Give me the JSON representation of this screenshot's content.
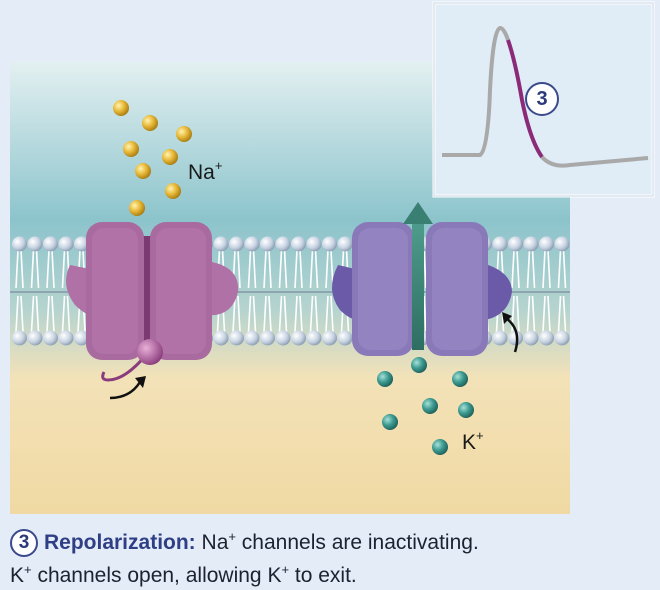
{
  "ions": {
    "na_symbol": "Na",
    "na_charge": "+",
    "k_symbol": "K",
    "k_charge": "+"
  },
  "inset": {
    "step_number": "3"
  },
  "caption": {
    "step_number": "3",
    "title": "Repolarization:",
    "line1_a": " Na",
    "line1_sup": "+",
    "line1_b": " channels are inactivating.",
    "line2_a": "K",
    "line2_sup": "+",
    "line2_b": " channels open, allowing K",
    "line2_sup2": "+",
    "line2_c": " to exit."
  },
  "colors": {
    "extracellular": "#8cc4cc",
    "intracellular": "#f0d9a3",
    "na_channel": "#a86a9f",
    "k_channel": "#8a79b8",
    "na_ion": "#e5b83a",
    "k_ion": "#3e9c92",
    "arrow": "#3a8072",
    "trace_gray": "#a9a9a9",
    "trace_highlight": "#8a2a78",
    "step_blue": "#2f3f86"
  }
}
